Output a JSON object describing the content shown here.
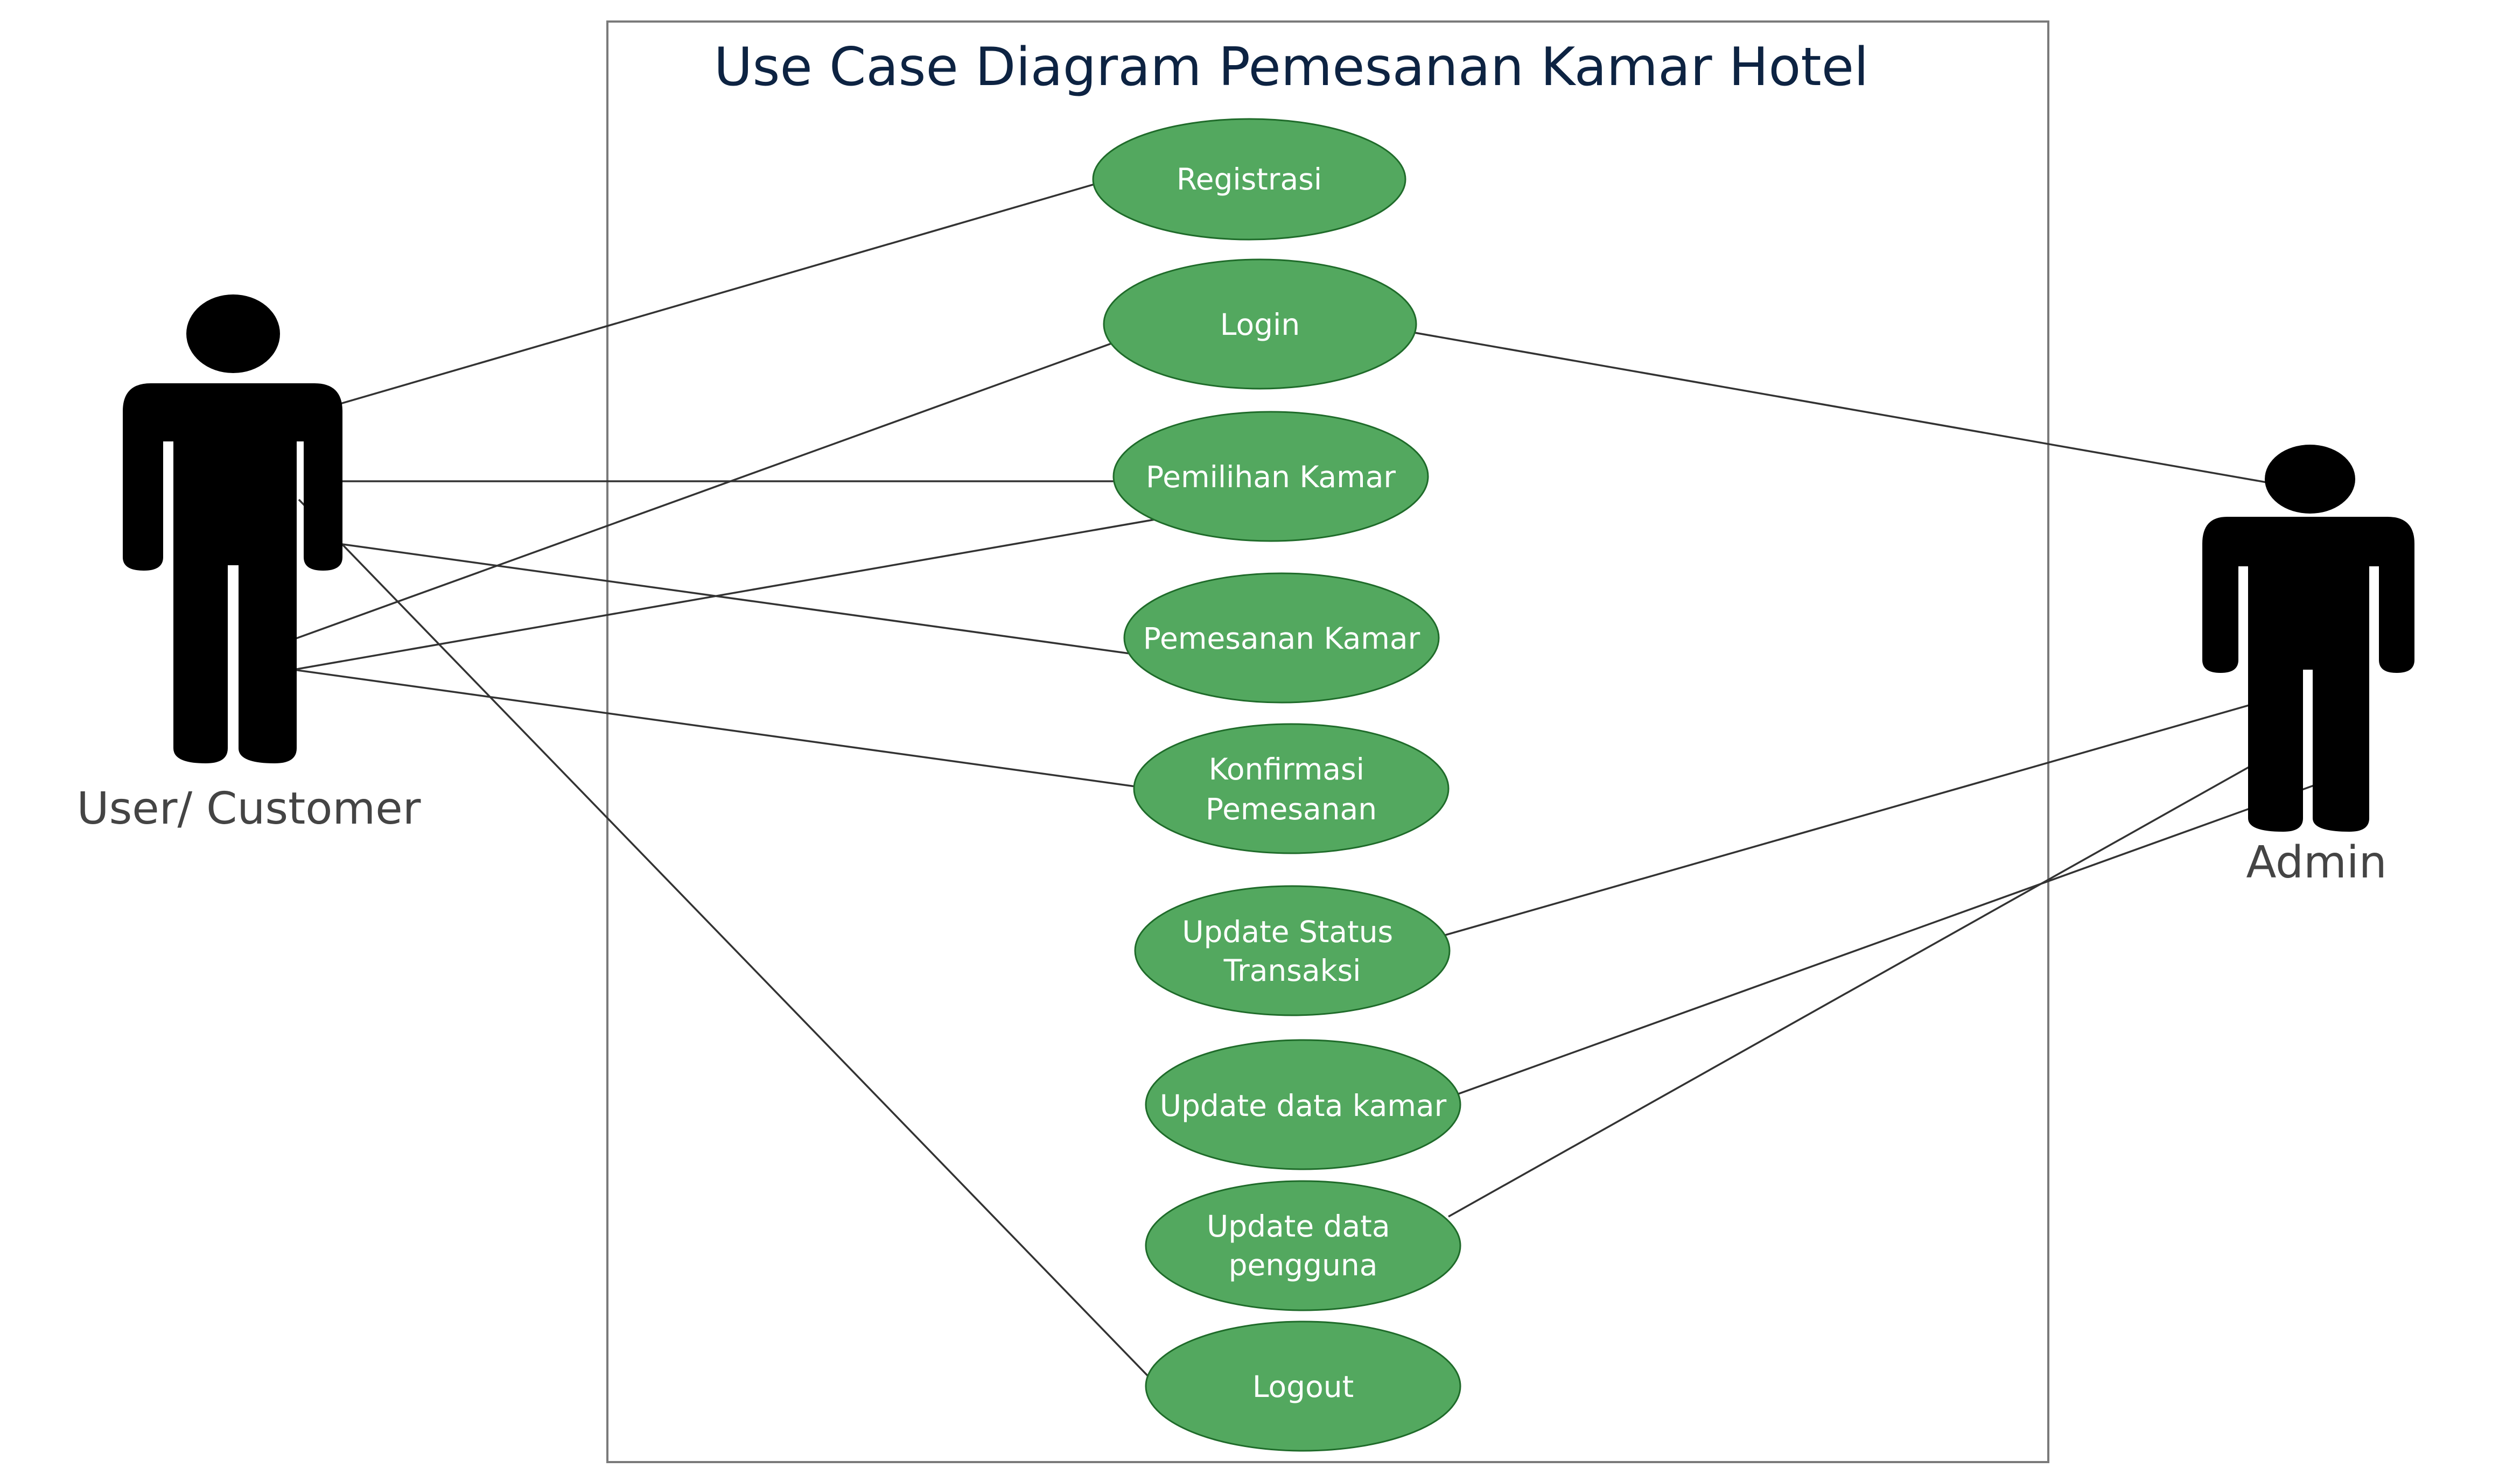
{
  "title": "Use Case Diagram Pemesanan Kamar Hotel",
  "colors": {
    "use_case_fill": "#53a85f",
    "use_case_stroke": "#1f6b2a",
    "actor": "#000000",
    "title": "#0d2342",
    "boundary": "#7a7a7a"
  },
  "actors": {
    "customer": {
      "label": "User/ Customer",
      "icon": "stick-figure-icon"
    },
    "admin": {
      "label": "Admin",
      "icon": "stick-figure-icon"
    }
  },
  "use_cases": [
    {
      "id": "registrasi",
      "lines": [
        "Registrasi"
      ]
    },
    {
      "id": "login",
      "lines": [
        "Login"
      ]
    },
    {
      "id": "pemilihan-kamar",
      "lines": [
        "Pemilihan Kamar"
      ]
    },
    {
      "id": "pemesanan-kamar",
      "lines": [
        "Pemesanan Kamar"
      ]
    },
    {
      "id": "konfirmasi-pemesanan",
      "lines": [
        "Konfirmasi",
        "Pemesanan"
      ]
    },
    {
      "id": "update-status-transaksi",
      "lines": [
        "Update Status",
        "Transaksi"
      ]
    },
    {
      "id": "update-data-kamar",
      "lines": [
        "Update data kamar"
      ]
    },
    {
      "id": "update-data-pengguna",
      "lines": [
        "Update data",
        "pengguna"
      ]
    },
    {
      "id": "logout",
      "lines": [
        "Logout"
      ]
    }
  ],
  "associations": [
    {
      "actor": "customer",
      "use_case": "registrasi"
    },
    {
      "actor": "customer",
      "use_case": "login"
    },
    {
      "actor": "customer",
      "use_case": "pemilihan-kamar"
    },
    {
      "actor": "customer",
      "use_case": "pemesanan-kamar"
    },
    {
      "actor": "customer",
      "use_case": "konfirmasi-pemesanan"
    },
    {
      "actor": "customer",
      "use_case": "logout"
    },
    {
      "actor": "admin",
      "use_case": "login"
    },
    {
      "actor": "admin",
      "use_case": "update-status-transaksi"
    },
    {
      "actor": "admin",
      "use_case": "update-data-kamar"
    },
    {
      "actor": "admin",
      "use_case": "update-data-pengguna"
    }
  ]
}
